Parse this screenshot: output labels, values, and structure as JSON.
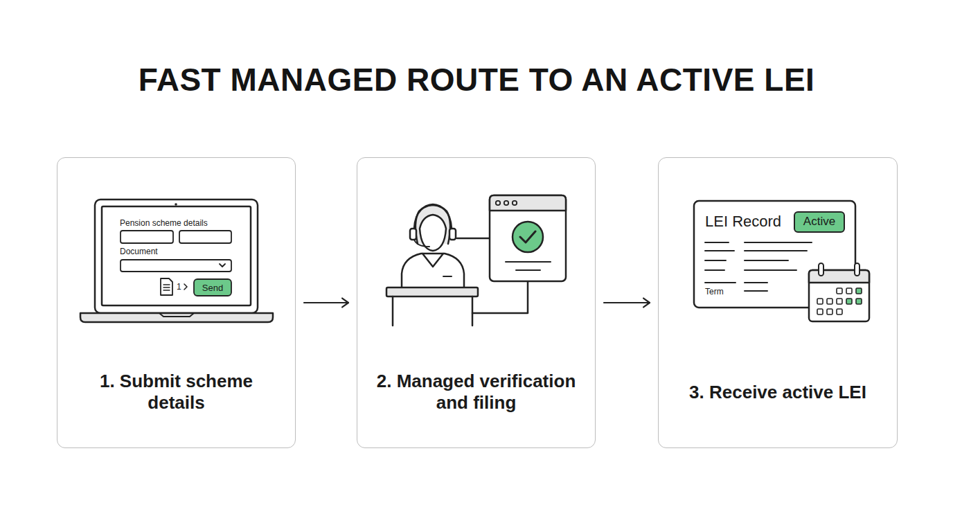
{
  "diagram": {
    "title": "FAST MANAGED ROUTE TO AN ACTIVE LEI",
    "nodes": [
      {
        "text": [
          "1. Submit scheme details"
        ]
      },
      {
        "text": [
          "2. Managed verification and filing"
        ]
      },
      {
        "text": [
          "3. Receive active LEI"
        ]
      }
    ],
    "edges": [
      {
        "from": 0,
        "to": 1,
        "arrow": "to"
      },
      {
        "from": 1,
        "to": 2,
        "arrow": "to"
      }
    ],
    "labels": [
      "Pension scheme details",
      "Document",
      "1",
      "Send",
      "LEI Record",
      "Active",
      "Term"
    ]
  }
}
